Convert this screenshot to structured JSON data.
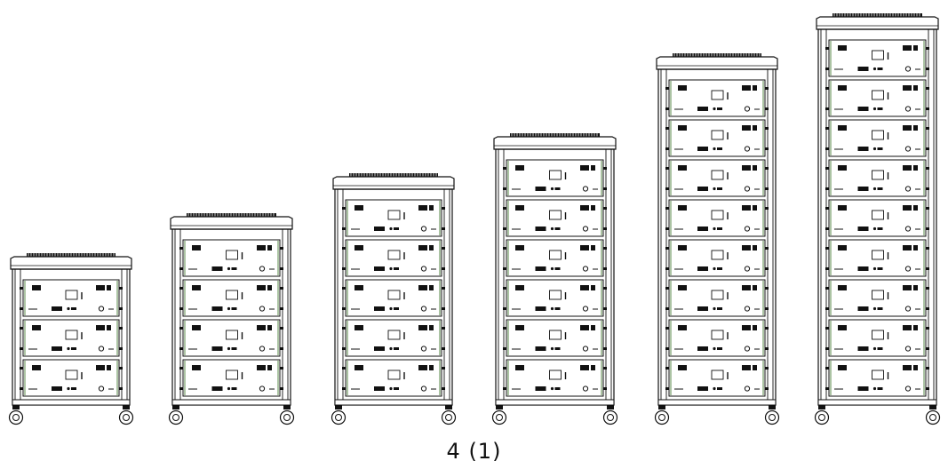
{
  "figure": {
    "caption": "4 (1)",
    "racks": [
      {
        "module_count": 3
      },
      {
        "module_count": 4
      },
      {
        "module_count": 5
      },
      {
        "module_count": 6
      },
      {
        "module_count": 8
      },
      {
        "module_count": 9
      }
    ],
    "colors": {
      "line": "#111111",
      "background": "#ffffff",
      "module_accent": "#5a8a4a"
    }
  }
}
